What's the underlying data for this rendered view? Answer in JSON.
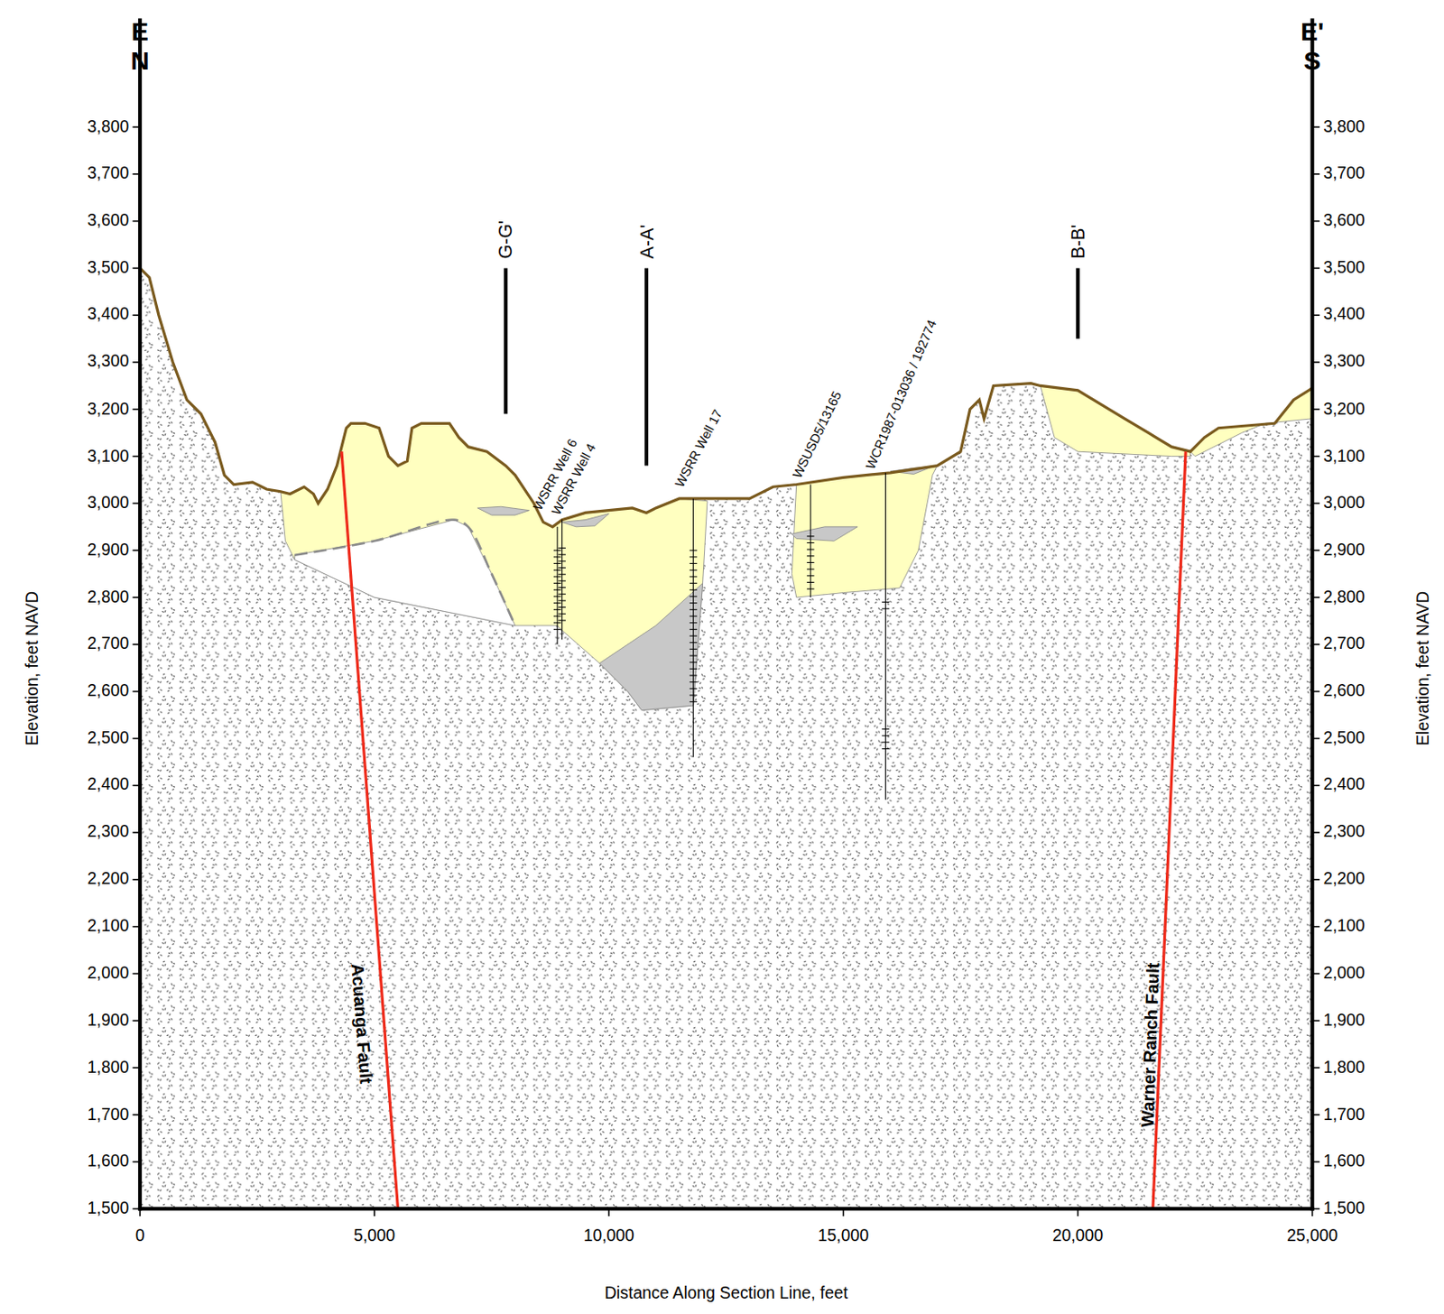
{
  "diagram": {
    "labels": [
      "E",
      "N",
      "E'",
      "S",
      "3,800",
      "3,700",
      "3,600",
      "3,500",
      "3,400",
      "3,300",
      "3,200",
      "3,100",
      "3,000",
      "2,900",
      "2,800",
      "2,700",
      "2,600",
      "2,500",
      "2,400",
      "2,300",
      "2,200",
      "2,100",
      "2,000",
      "1,900",
      "1,800",
      "1,700",
      "1,600",
      "1,500",
      "3,800",
      "3,700",
      "3,600",
      "3,500",
      "3,400",
      "3,300",
      "3,200",
      "3,100",
      "3,000",
      "2,900",
      "2,800",
      "2,700",
      "2,600",
      "2,500",
      "2,400",
      "2,300",
      "2,200",
      "2,100",
      "2,000",
      "1,900",
      "1,800",
      "1,700",
      "1,600",
      "1,500",
      "0",
      "5,000",
      "10,000",
      "15,000",
      "20,000",
      "25,000",
      "Elevation, feet NAVD",
      "Elevation, feet NAVD",
      "Distance Along Section Line, feet",
      "G-G'",
      "A-A'",
      "B-B'",
      "WSRR Well 6",
      "WSRR Well 4",
      "WSRR Well 17",
      "WSUSD5/13165",
      "WCR1987-013036 / 192774",
      "Acuanga Fault",
      "Warner Ranch Fault"
    ]
  }
}
